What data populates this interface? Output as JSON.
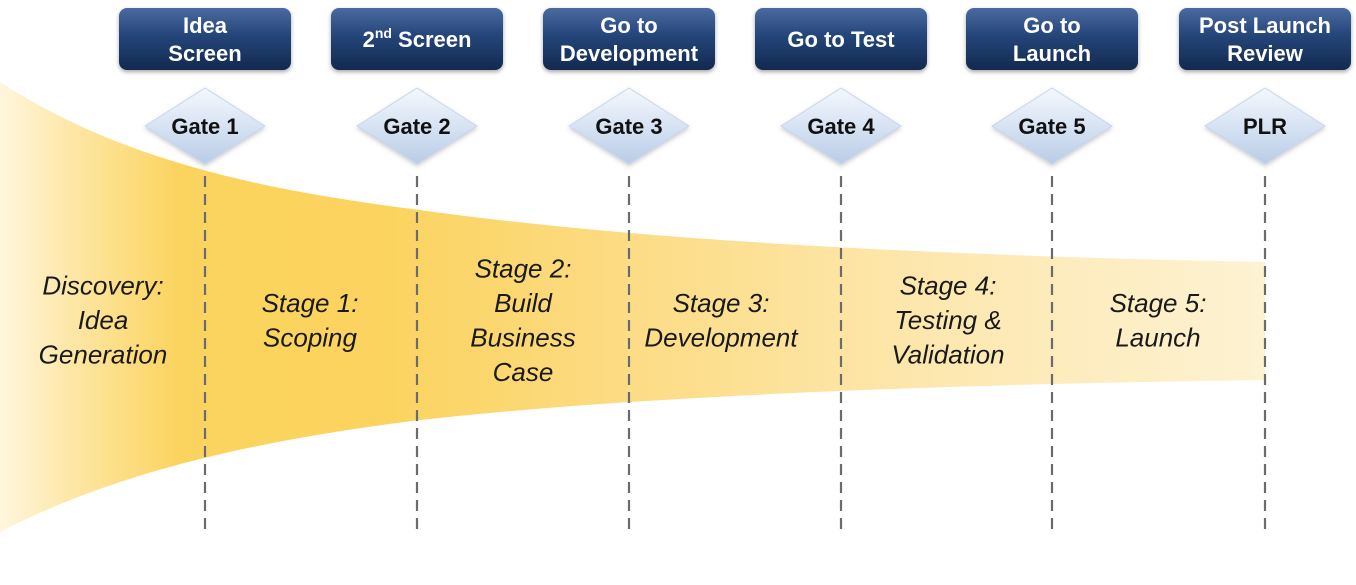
{
  "headers": [
    {
      "lines": [
        "Idea",
        "Screen"
      ]
    },
    {
      "lines": [
        "2nd Screen"
      ],
      "main": "2",
      "sup": "nd",
      "rest": " Screen"
    },
    {
      "lines": [
        "Go to",
        "Development"
      ]
    },
    {
      "lines": [
        "Go to Test"
      ]
    },
    {
      "lines": [
        "Go to",
        "Launch"
      ]
    },
    {
      "lines": [
        "Post Launch",
        "Review"
      ]
    }
  ],
  "gates": [
    "Gate 1",
    "Gate 2",
    "Gate 3",
    "Gate 4",
    "Gate 5",
    "PLR"
  ],
  "stages": [
    {
      "lines": [
        "Discovery:",
        "Idea",
        "Generation"
      ]
    },
    {
      "lines": [
        "Stage 1:",
        "Scoping"
      ]
    },
    {
      "lines": [
        "Stage 2:",
        "Build",
        "Business",
        "Case"
      ]
    },
    {
      "lines": [
        "Stage 3:",
        "Development"
      ]
    },
    {
      "lines": [
        "Stage 4:",
        "Testing &",
        "Validation"
      ]
    },
    {
      "lines": [
        "Stage 5:",
        "Launch"
      ]
    }
  ],
  "colors": {
    "header_top": "#3c5a8c",
    "header_bottom": "#152e59",
    "funnel_strong": "#fbd25c",
    "funnel_light": "#fdf1cc",
    "gate_fill": "#dbe6f4",
    "dashed_line": "#6b6b6b"
  }
}
